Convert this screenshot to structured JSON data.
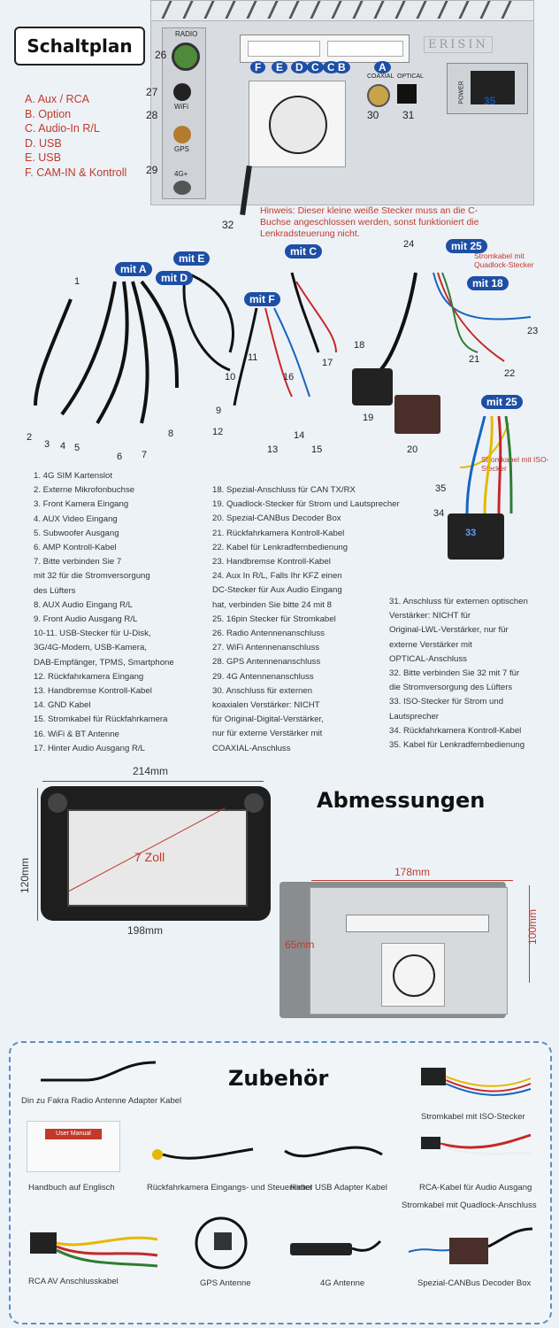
{
  "header": {
    "title": "Schaltplan"
  },
  "legend": [
    "A. Aux / RCA",
    "B. Option",
    "C. Audio-In R/L",
    "D. USB",
    "E. USB",
    "F. CAM-IN & Kontroll"
  ],
  "unit_labels": {
    "radio": "RADIO",
    "wifi": "WiFi",
    "gps": "GPS",
    "g4": "4G+",
    "coaxial": "COAXIAL",
    "optical": "OPTICAL",
    "power": "POWER",
    "brand": "ERISIN"
  },
  "pin_letters": [
    "F",
    "E",
    "D",
    "C",
    "C",
    "B",
    "A"
  ],
  "unit_numbers": [
    "26",
    "27",
    "28",
    "29",
    "30",
    "31",
    "32",
    "35"
  ],
  "hint": "Hinweis: Dieser kleine weiße Stecker muss an die C-Buchse angeschlossen werden, sonst funktioniert die Lenkradsteuerung nicht.",
  "cable_tags": [
    "mit A",
    "mit E",
    "mit D",
    "mit F",
    "mit C",
    "mit 25",
    "mit 18",
    "mit 25"
  ],
  "cable_notes": {
    "quadlock": "Stromkabel mit Quadlock-Stecker",
    "iso": "Stromkabel mit ISO-Stecker"
  },
  "cable_numbers": [
    "1",
    "2",
    "3",
    "4",
    "5",
    "6",
    "7",
    "8",
    "9",
    "10",
    "11",
    "12",
    "13",
    "14",
    "15",
    "16",
    "17",
    "18",
    "19",
    "20",
    "21",
    "22",
    "23",
    "24",
    "33",
    "34",
    "35"
  ],
  "list_col1": [
    "1. 4G SIM Kartenslot",
    "2. Externe Mikrofonbuchse",
    "3. Front Kamera Eingang",
    "4. AUX Video Eingang",
    "5. Subwoofer Ausgang",
    "6. AMP Kontroll-Kabel",
    "7. Bitte verbinden Sie 7",
    "    mit 32 für die Stromversorgung",
    "    des Lüfters",
    "8. AUX Audio Eingang R/L",
    "9. Front Audio Ausgang R/L",
    "10-11. USB-Stecker für U-Disk,",
    "    3G/4G-Modem, USB-Kamera,",
    "    DAB-Empfänger, TPMS, Smartphone",
    "12. Rückfahrkamera Eingang",
    "13. Handbremse Kontroll-Kabel",
    "14. GND Kabel",
    "15. Stromkabel für Rückfahrkamera",
    "16. WiFi & BT Antenne",
    "17. Hinter Audio Ausgang R/L"
  ],
  "list_col2": [
    "18. Spezial-Anschluss für CAN TX/RX",
    "19. Quadlock-Stecker für Strom und Lautsprecher",
    "20. Spezial-CANBus Decoder Box",
    "21. Rückfahrkamera Kontroll-Kabel",
    "22. Kabel für Lenkradfernbedienung",
    "23. Handbremse Kontroll-Kabel",
    "24. Aux In R/L, Falls Ihr KFZ einen",
    "    DC-Stecker für Aux Audio Eingang",
    "    hat, verbinden Sie bitte 24 mit 8",
    "25. 16pin Stecker für Stromkabel",
    "26. Radio Antennenanschluss",
    "27. WiFi Antennenanschluss",
    "28. GPS Antennenanschluss",
    "29. 4G Antennenanschluss",
    "30. Anschluss für externen",
    "    koaxialen Verstärker: NICHT",
    "    für Original-Digital-Verstärker,",
    "    nur für externe Verstärker mit",
    "    COAXIAL-Anschluss"
  ],
  "list_col3": [
    "31. Anschluss für externen optischen",
    "    Verstärker: NICHT für",
    "    Original-LWL-Verstärker, nur für",
    "    externe Verstärker mit",
    "    OPTICAL-Anschluss",
    "32. Bitte verbinden Sie 32 mit 7 für",
    "    die Stromversorgung des Lüfters",
    "33. ISO-Stecker für Strom und",
    "    Lautsprecher",
    "34. Rückfahrkamera Kontroll-Kabel",
    "35. Kabel für Lenkradfernbedienung"
  ],
  "dimensions": {
    "title": "Abmessungen",
    "width_top": "214mm",
    "height_left": "120mm",
    "screen": "7 Zoll",
    "width_bottom": "198mm",
    "back_width": "178mm",
    "back_height": "100mm",
    "depth": "65mm"
  },
  "accessories": {
    "title": "Zubehör",
    "items": [
      "Din zu Fakra Radio Antenne Adapter Kabel",
      "Stromkabel mit ISO-Stecker",
      "Handbuch auf Englisch",
      "Rückfahrkamera Eingangs- und Steuerkabel",
      "Hinter USB Adapter Kabel",
      "RCA-Kabel für Audio Ausgang",
      "Stromkabel mit Quadlock-Anschluss",
      "RCA AV Anschlusskabel",
      "GPS Antenne",
      "4G Antenne",
      "Spezial-CANBus Decoder Box"
    ],
    "manual_cover": "User Manual"
  },
  "colors": {
    "accent_red": "#c0392b",
    "tag_blue": "#1d4fa6",
    "border_blue": "#5a8fbf"
  }
}
